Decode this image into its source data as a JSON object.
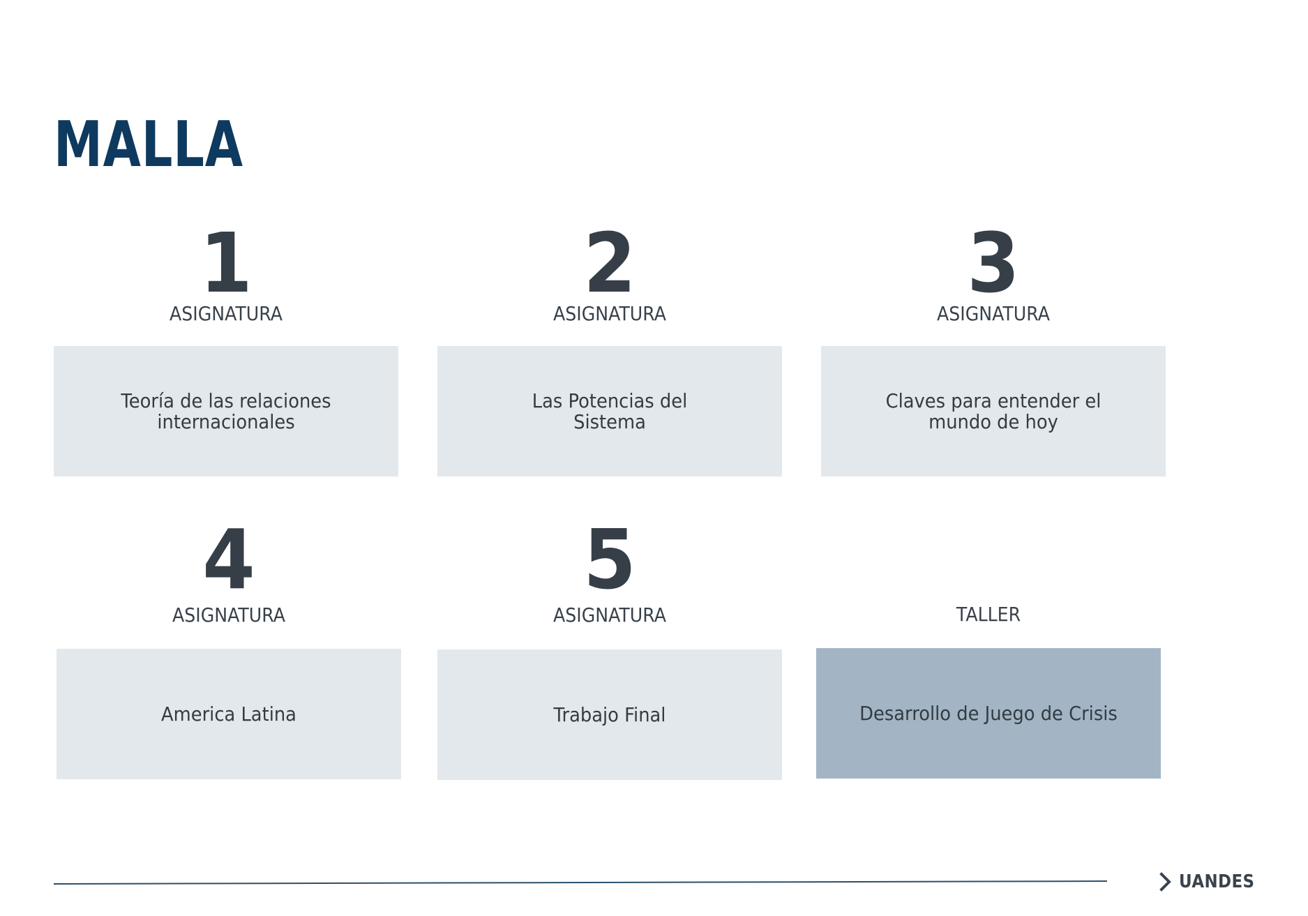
{
  "page": {
    "title": "MALLA"
  },
  "modules": [
    {
      "number": "1",
      "kind": "ASIGNATURA",
      "name": "Teoría de las relaciones internacionales",
      "highlight": false
    },
    {
      "number": "2",
      "kind": "ASIGNATURA",
      "name": "Las Potencias del Sistema",
      "highlight": false
    },
    {
      "number": "3",
      "kind": "ASIGNATURA",
      "name": "Claves para entender el mundo de hoy",
      "highlight": false
    },
    {
      "number": "4",
      "kind": "ASIGNATURA",
      "name": "America Latina",
      "highlight": false
    },
    {
      "number": "5",
      "kind": "ASIGNATURA",
      "name": "Trabajo Final",
      "highlight": false
    },
    {
      "number": "",
      "kind": "TALLER",
      "name": "Desarrollo de Juego de Crisis",
      "highlight": true
    }
  ],
  "footer": {
    "logo_text": "UANDES",
    "logo_icon": "chevron-right-icon"
  },
  "colors": {
    "title": "#0e3a60",
    "number": "#363f47",
    "box": "#e3e8ec",
    "box_highlight": "#a3b5c4",
    "footer_line": "#2c4f6a"
  }
}
